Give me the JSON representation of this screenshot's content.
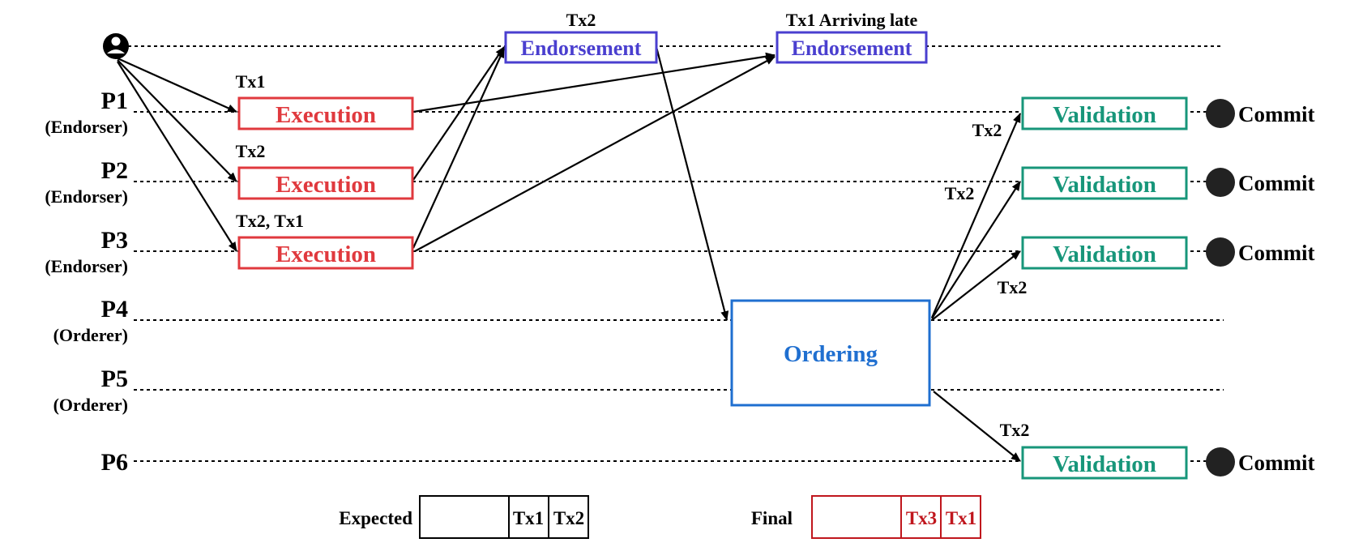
{
  "lanes": [
    {
      "name": "P1",
      "role": "(Endorser)"
    },
    {
      "name": "P2",
      "role": "(Endorser)"
    },
    {
      "name": "P3",
      "role": "(Endorser)"
    },
    {
      "name": "P4",
      "role": "(Orderer)"
    },
    {
      "name": "P5",
      "role": "(Orderer)"
    },
    {
      "name": "P6",
      "role": ""
    }
  ],
  "execution_label": "Execution",
  "endorsement_label": "Endorsement",
  "ordering_label": "Ordering",
  "validation_label": "Validation",
  "commit_label": "Commit",
  "execution_tx_labels": [
    "Tx1",
    "Tx2",
    "Tx2, Tx1"
  ],
  "endorsement_1_top_label": "Tx2",
  "endorsement_2_top_label": "Tx1 Arriving late",
  "validation_tx_labels": [
    "Tx2",
    "Tx2",
    "Tx2",
    "Tx2"
  ],
  "legend": {
    "expected_label": "Expected",
    "expected_cells": [
      "",
      "Tx1",
      "Tx2"
    ],
    "final_label": "Final",
    "final_cells": [
      "",
      "Tx3",
      "Tx1"
    ]
  },
  "colors": {
    "execution": "#e0393e",
    "endorsement": "#4a3fcf",
    "ordering": "#1f6fd0",
    "validation": "#17967a",
    "final": "#c0161d",
    "line": "#000000"
  }
}
